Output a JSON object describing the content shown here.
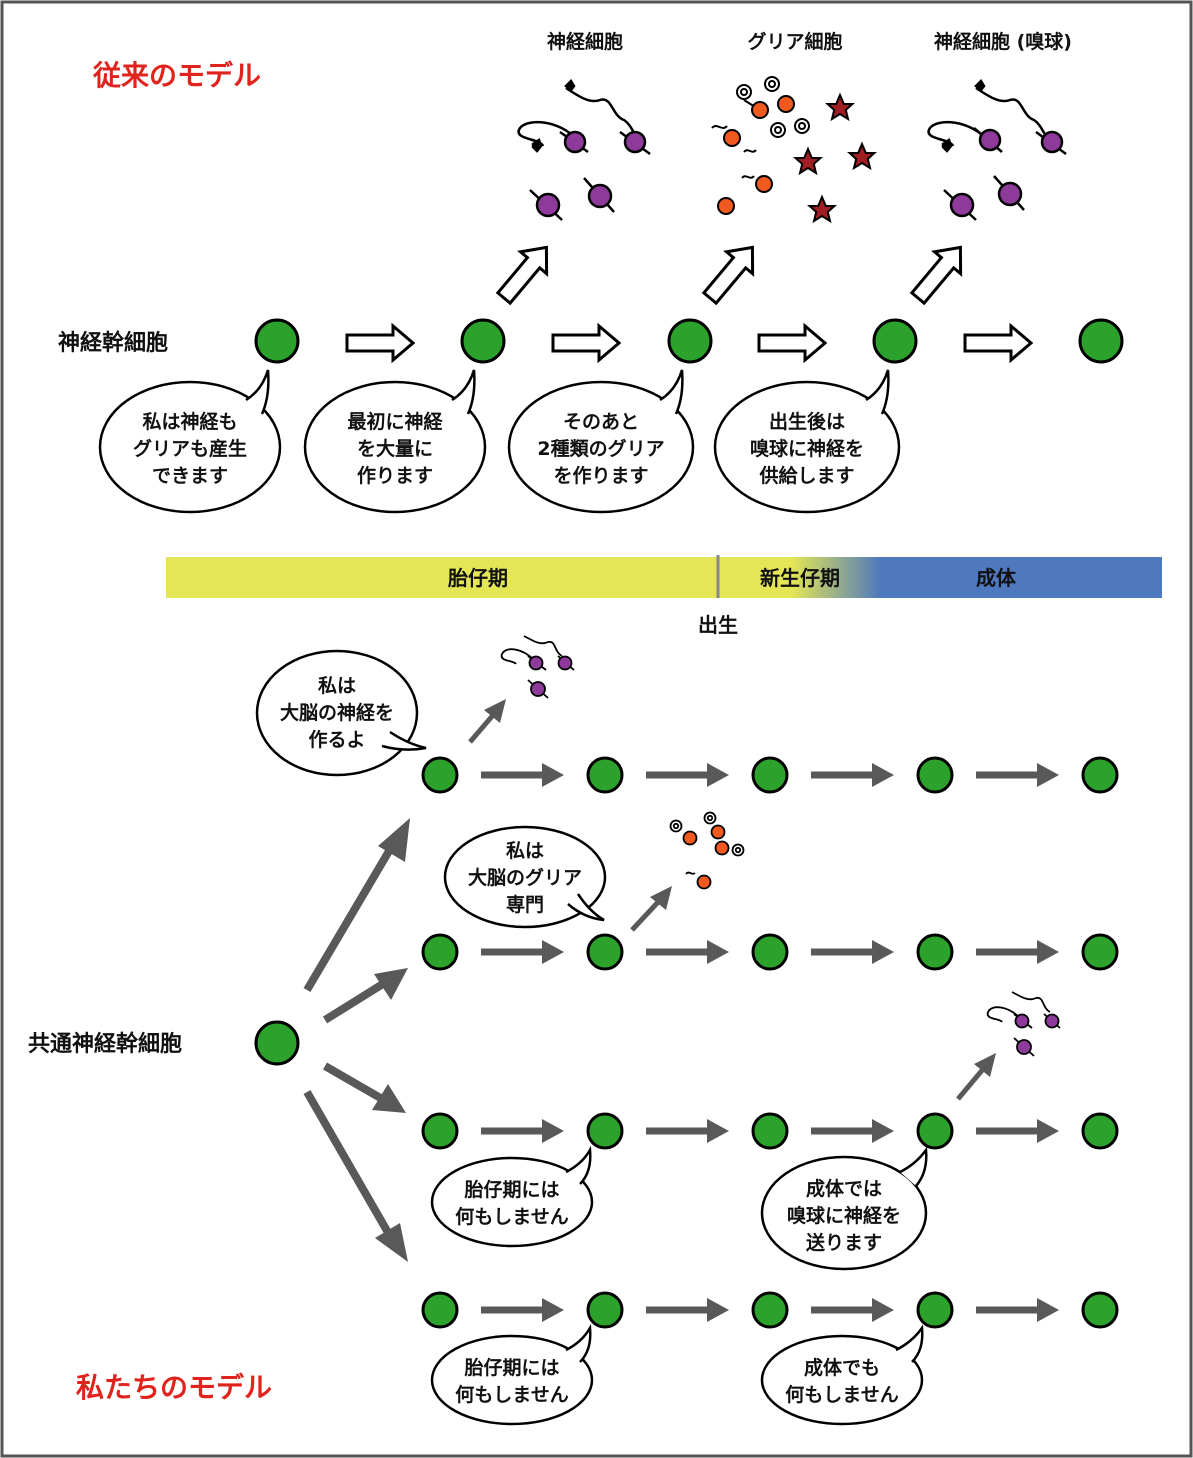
{
  "titles": {
    "conventional": "従来のモデル",
    "ours": "私たちのモデル"
  },
  "colors": {
    "title_red": "#e0231c",
    "stem_green": "#2ca12c",
    "neuron_purple": "#8e3a9a",
    "glia_orange": "#f05a1e",
    "glia_star": "#a11d24",
    "embryonic": "#e4e655",
    "adult": "#4f79be",
    "arrow_gray": "#595959"
  },
  "top": {
    "row_label": "神経幹細胞",
    "product_labels": [
      "神経細胞",
      "グリア細胞",
      "神経細胞 (嗅球)"
    ],
    "bubbles": [
      [
        "私は神経も",
        "グリアも産生",
        "できます"
      ],
      [
        "最初に神経",
        "を大量に",
        "作ります"
      ],
      [
        "そのあと",
        "2種類のグリア",
        "を作ります"
      ],
      [
        "出生後は",
        "嗅球に神経を",
        "供給します"
      ]
    ]
  },
  "timeline": {
    "stages": [
      "胎仔期",
      "新生仔期",
      "成体"
    ],
    "birth_label": "出生"
  },
  "bottom": {
    "row_label": "共通神経幹細胞",
    "bubbles": [
      [
        "私は",
        "大脳の神経を",
        "作るよ"
      ],
      [
        "私は",
        "大脳のグリア",
        "専門"
      ],
      [
        "胎仔期には",
        "何もしません"
      ],
      [
        "成体では",
        "嗅球に神経を",
        "送ります"
      ],
      [
        "胎仔期には",
        "何もしません"
      ],
      [
        "成体でも",
        "何もしません"
      ]
    ]
  },
  "icons": [
    "neuron-icon",
    "glia-oligodendrocyte-icon",
    "glia-astrocyte-star-icon",
    "arrow-icon"
  ]
}
